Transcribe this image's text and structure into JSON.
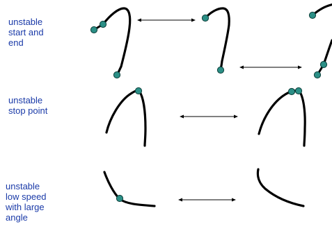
{
  "rows": [
    {
      "label_lines": [
        "unstable",
        "start and",
        "end"
      ]
    },
    {
      "label_lines": [
        "unstable",
        "stop point"
      ]
    },
    {
      "label_lines": [
        "unstable",
        "low speed",
        "with large",
        "angle"
      ]
    }
  ],
  "colors": {
    "label": "#1a3aa8",
    "stroke": "#000000",
    "point": "#2b8f86",
    "point_outline": "#0c3f3a"
  }
}
